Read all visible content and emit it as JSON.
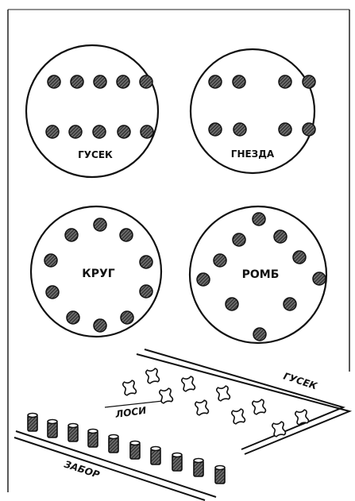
{
  "figure": {
    "panels": [
      {
        "id": "gusek",
        "label": "ГУСЕК"
      },
      {
        "id": "gnezda",
        "label": "ГНЕЗДА"
      },
      {
        "id": "krug",
        "label": "КРУГ"
      },
      {
        "id": "romb",
        "label": "РОМБ"
      }
    ],
    "bottom": {
      "gusek_label": "ГУСЕК",
      "losi_label": "ЛОСИ",
      "zabor_label": "ЗАБОР"
    }
  }
}
